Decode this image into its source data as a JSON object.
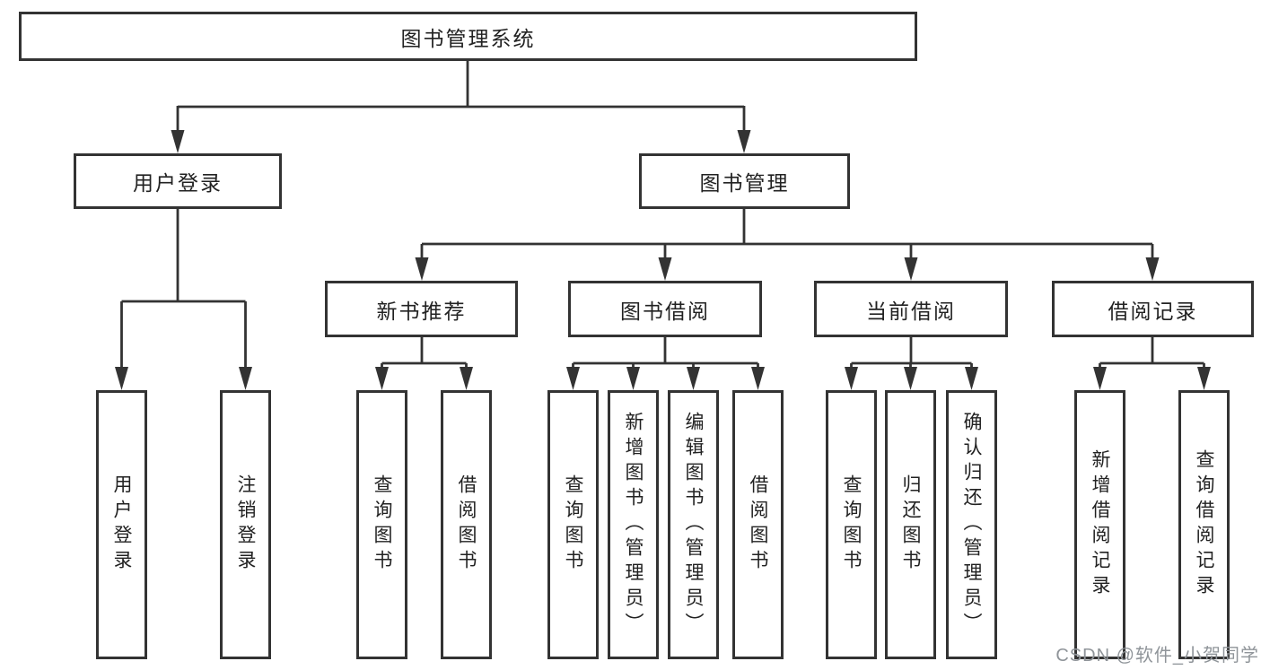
{
  "diagram": {
    "root": {
      "label": "图书管理系统"
    },
    "branches": [
      {
        "label": "用户登录",
        "children": [
          "用户登录",
          "注销登录"
        ]
      },
      {
        "label": "图书管理",
        "children": [
          {
            "label": "新书推荐",
            "children": [
              "查询图书",
              "借阅图书"
            ]
          },
          {
            "label": "图书借阅",
            "children": [
              "查询图书",
              "新增图书（管理员）",
              "编辑图书（管理员）",
              "借阅图书"
            ]
          },
          {
            "label": "当前借阅",
            "children": [
              "查询图书",
              "归还图书",
              "确认归还（管理员）"
            ]
          },
          {
            "label": "借阅记录",
            "children": [
              "新增借阅记录",
              "查询借阅记录"
            ]
          }
        ]
      }
    ]
  },
  "watermark": {
    "text": "CSDN @软件_小贺同学"
  },
  "colors": {
    "page_bg": "#ffffff",
    "line": "#333333",
    "box_border": "#333333",
    "box_fill": "#ffffff",
    "text": "#222222",
    "watermark": "#8f9499"
  }
}
